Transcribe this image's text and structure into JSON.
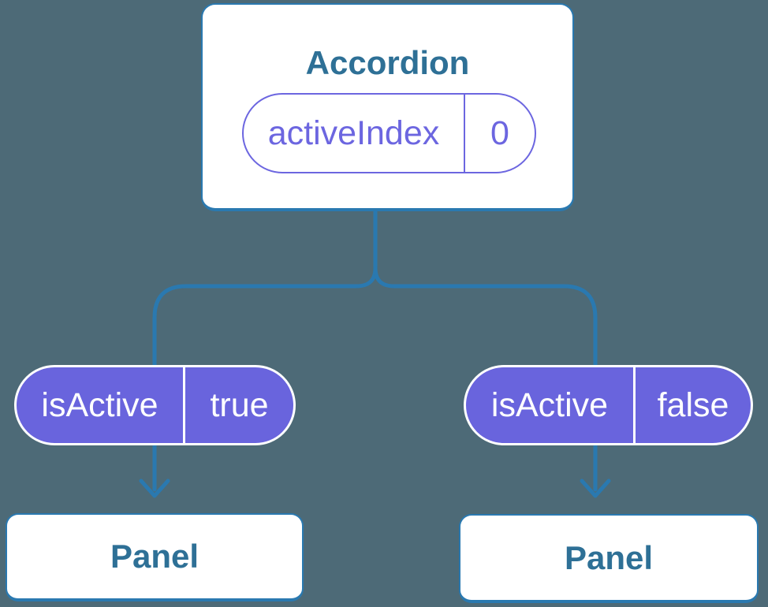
{
  "colors": {
    "background": "#4d6a77",
    "line-blue": "#2a79b0",
    "heading-blue": "#2e7096",
    "purple-fill": "#6964dd",
    "purple-text": "#6c66e0",
    "card-bg": "#ffffff",
    "pill-text-on-fill": "#ffffff"
  },
  "diagram": {
    "root": {
      "title": "Accordion",
      "state_pill": {
        "label": "activeIndex",
        "value": "0"
      }
    },
    "branches": [
      {
        "prop_pill": {
          "label": "isActive",
          "value": "true"
        },
        "child": {
          "title": "Panel"
        }
      },
      {
        "prop_pill": {
          "label": "isActive",
          "value": "false"
        },
        "child": {
          "title": "Panel"
        }
      }
    ]
  }
}
